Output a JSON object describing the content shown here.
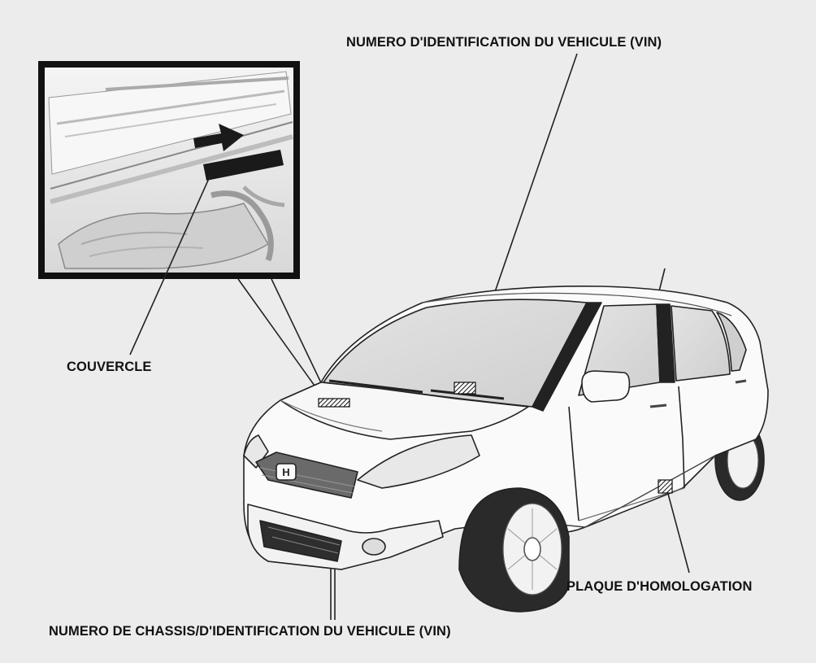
{
  "labels": {
    "vin_top": "NUMERO D'IDENTIFICATION DU VEHICULE (VIN)",
    "cover": "COUVERCLE",
    "homologation_plate": "PLAQUE D'HOMOLOGATION",
    "chassis_vin": "NUMERO DE CHASSIS/D'IDENTIFICATION DU VEHICULE (VIN)"
  },
  "colors": {
    "background": "#ececec",
    "car_body": "#fafafa",
    "outline": "#222222",
    "tire": "#2a2a2a",
    "arrow": "#1a1a1a"
  }
}
